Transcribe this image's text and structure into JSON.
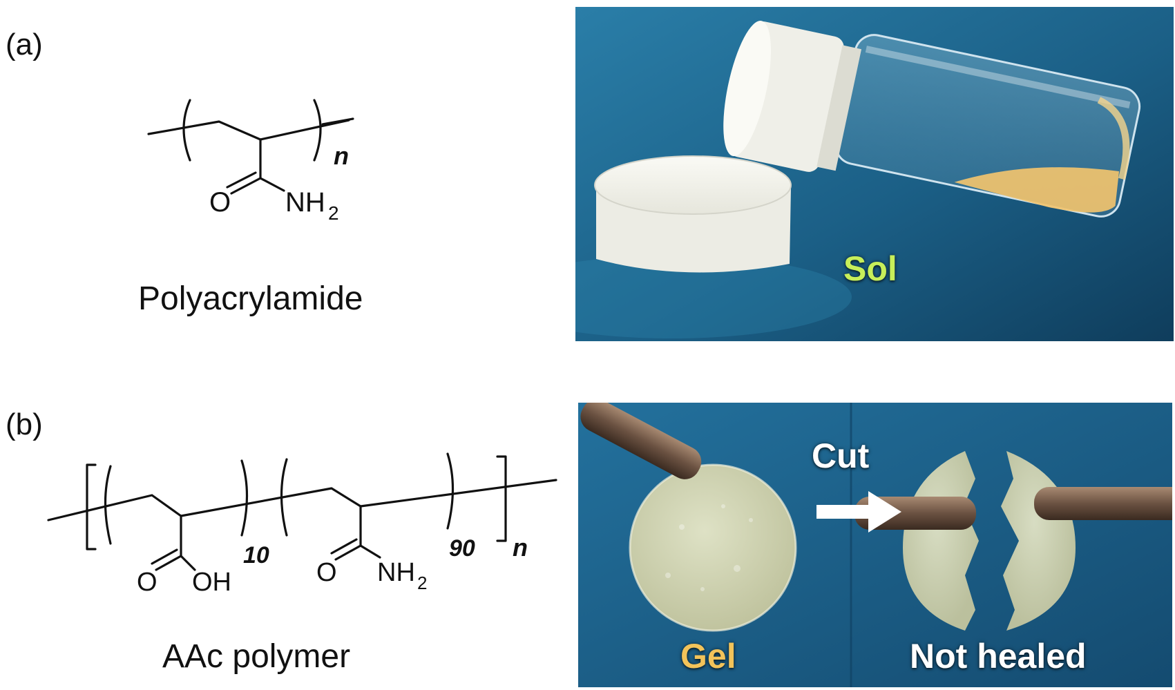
{
  "panel_a": {
    "label": "(a)",
    "polymer_name": "Polyacrylamide",
    "structure": {
      "repeat_subscript": "n",
      "carbonyl_o": "O",
      "amide_group": "NH",
      "amide_subscript": "2"
    },
    "photo": {
      "state_label": "Sol",
      "state_label_color": "#c7ef5a",
      "background_color": "#1b5f86"
    }
  },
  "panel_b": {
    "label": "(b)",
    "polymer_name": "AAc polymer",
    "structure": {
      "unit1_subscript": "10",
      "unit2_subscript": "90",
      "repeat_subscript": "n",
      "acid_o": "O",
      "acid_oh": "OH",
      "amide_o": "O",
      "amide_group": "NH",
      "amide_subscript": "2"
    },
    "photo": {
      "cut_label": "Cut",
      "gel_label": "Gel",
      "gel_label_color": "#f2c35a",
      "not_healed_label": "Not healed",
      "not_healed_label_color": "#ffffff",
      "background_color": "#1a5c8a"
    }
  }
}
